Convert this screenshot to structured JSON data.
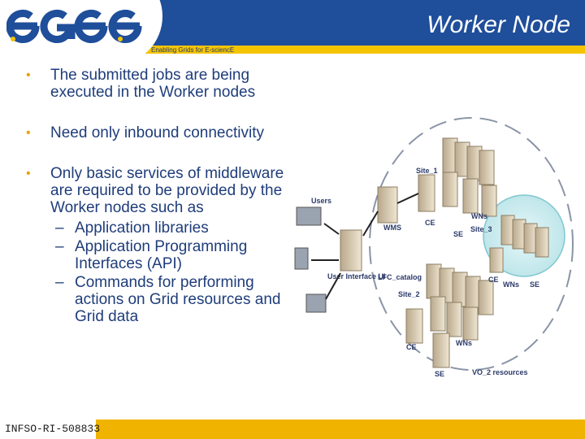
{
  "header": {
    "logo_text": "egee",
    "tagline": "Enabling Grids for E-sciencE",
    "title": "Worker Node"
  },
  "bullets": [
    {
      "text": "The submitted jobs are being executed in the Worker nodes"
    },
    {
      "text": "Need only inbound connectivity"
    },
    {
      "text": "Only basic services of middleware are required to be provided by the Worker nodes such as"
    }
  ],
  "sub_bullets": [
    {
      "text": "Application libraries"
    },
    {
      "text": "Application Programming Interfaces (API)"
    },
    {
      "text": "Commands for performing actions on Grid resources and Grid data"
    }
  ],
  "diagram": {
    "labels": {
      "site1": "Site_1",
      "site2": "Site_2",
      "site3": "Site_3",
      "users": "Users",
      "wms": "WMS",
      "ui": "User Interface UI",
      "lfc": "LFC_catalog",
      "ce1": "CE",
      "se1": "SE",
      "wns1": "WNs",
      "ce2": "CE",
      "wns2": "WNs",
      "se2": "SE",
      "ce3": "CE",
      "wns3": "WNs",
      "se3": "SE",
      "vo": "VO_2 resources"
    }
  },
  "footer": {
    "text": "INFSO-RI-508833"
  },
  "colors": {
    "header_blue": "#1f4e9a",
    "accent_yellow": "#f5c400",
    "footer_yellow": "#f0b400",
    "text_blue": "#1f3d7a",
    "bullet_orange": "#e8a400"
  }
}
